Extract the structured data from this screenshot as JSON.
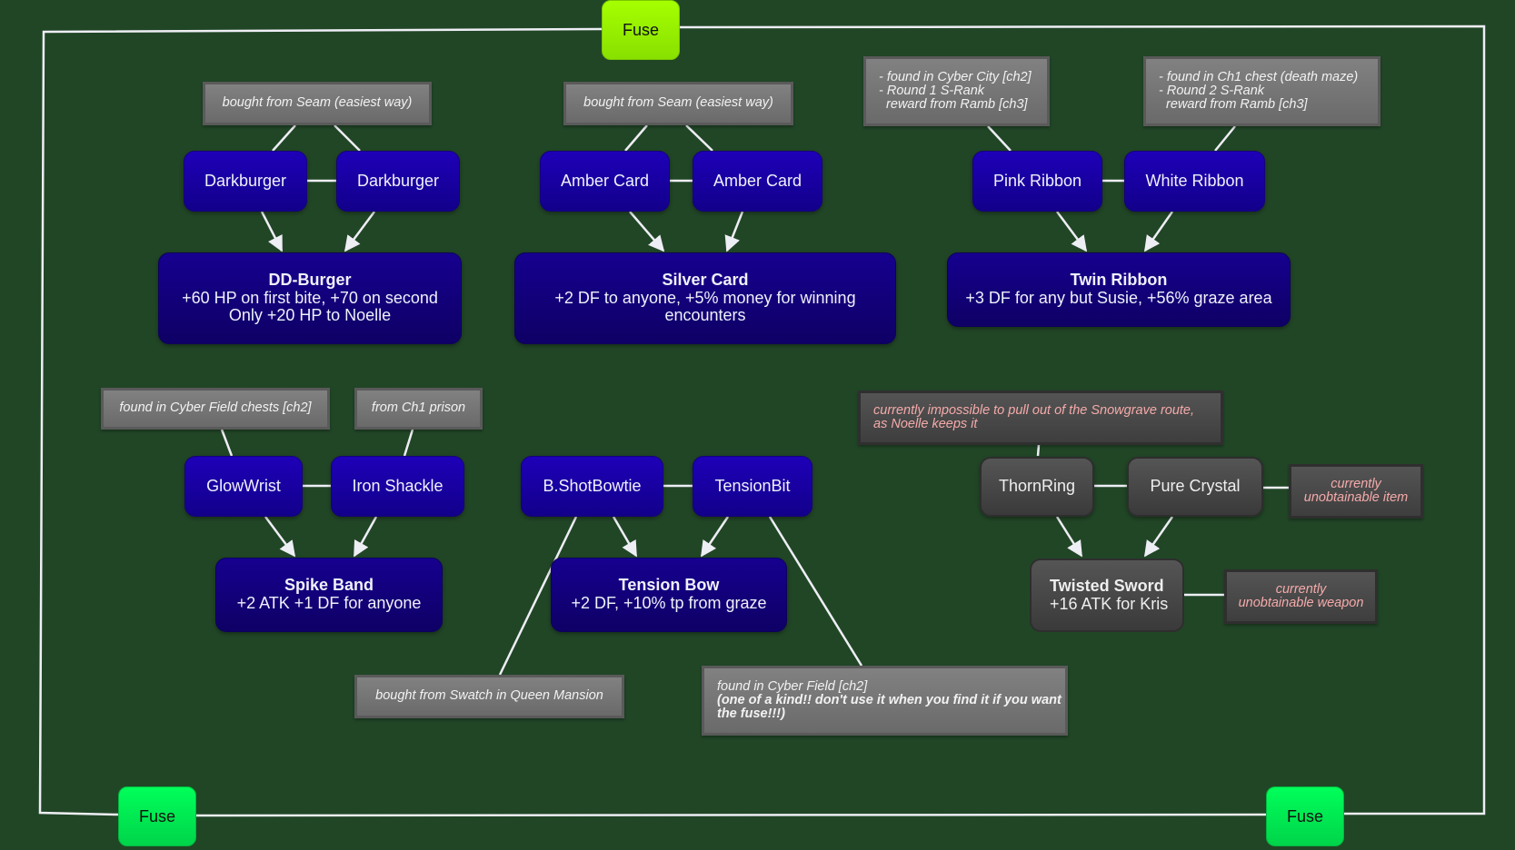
{
  "fuse_buttons": {
    "top": "Fuse",
    "bottom_left": "Fuse",
    "bottom_right": "Fuse"
  },
  "recipes": [
    {
      "id": "dd-burger",
      "ingredients": [
        "Darkburger",
        "Darkburger"
      ],
      "note": "bought from Seam (easiest way)",
      "result": {
        "title": "DD-Burger",
        "desc": "+60 HP on first bite, +70 on second\nOnly +20 HP to Noelle"
      }
    },
    {
      "id": "silver-card",
      "ingredients": [
        "Amber Card",
        "Amber Card"
      ],
      "note": "bought from Seam (easiest way)",
      "result": {
        "title": "Silver Card",
        "desc": "+2 DF to anyone, +5% money for winning\nencounters"
      }
    },
    {
      "id": "twin-ribbon",
      "ingredients": [
        "Pink Ribbon",
        "White Ribbon"
      ],
      "notes": [
        "- found in Cyber City [ch2]\n- Round 1 S-Rank\n  reward from Ramb [ch3]",
        "- found in Ch1 chest (death maze)\n- Round 2 S-Rank\n  reward from Ramb [ch3]"
      ],
      "result": {
        "title": "Twin Ribbon",
        "desc": "+3 DF for any but Susie, +56% graze area"
      }
    },
    {
      "id": "spike-band",
      "ingredients": [
        "GlowWrist",
        "Iron Shackle"
      ],
      "notes": [
        "found in Cyber Field chests [ch2]",
        "from Ch1 prison"
      ],
      "result": {
        "title": "Spike Band",
        "desc": "+2 ATK +1 DF for anyone"
      }
    },
    {
      "id": "tension-bow",
      "ingredients": [
        "B.ShotBowtie",
        "TensionBit"
      ],
      "notes": [
        "bought from Swatch in Queen Mansion",
        {
          "line1": "found in Cyber Field [ch2]",
          "line2": "(one of a kind!! don't use it when you find it if you want\nthe fuse!!!)"
        }
      ],
      "result": {
        "title": "Tension Bow",
        "desc": "+2 DF, +10% tp from graze"
      }
    },
    {
      "id": "twisted-sword",
      "ingredients": [
        "ThornRing",
        "Pure Crystal"
      ],
      "notes": [
        "currently impossible to pull out of the Snowgrave route,\nas Noelle keeps it",
        "currently\nunobtainable item",
        "currently\nunobtainable weapon"
      ],
      "result": {
        "title": "Twisted Sword",
        "desc": "+16 ATK for Kris"
      }
    }
  ],
  "colors": {
    "background": "#214626",
    "item_node": "#1a00a8",
    "result_node": "#12007a",
    "unobtainable_node": "#4a4a4a",
    "note": "#767676",
    "warning_text": "#f5aaaa",
    "fuse_lime": "#99f000",
    "fuse_green": "#00ee52",
    "edge": "#eeeef5"
  }
}
